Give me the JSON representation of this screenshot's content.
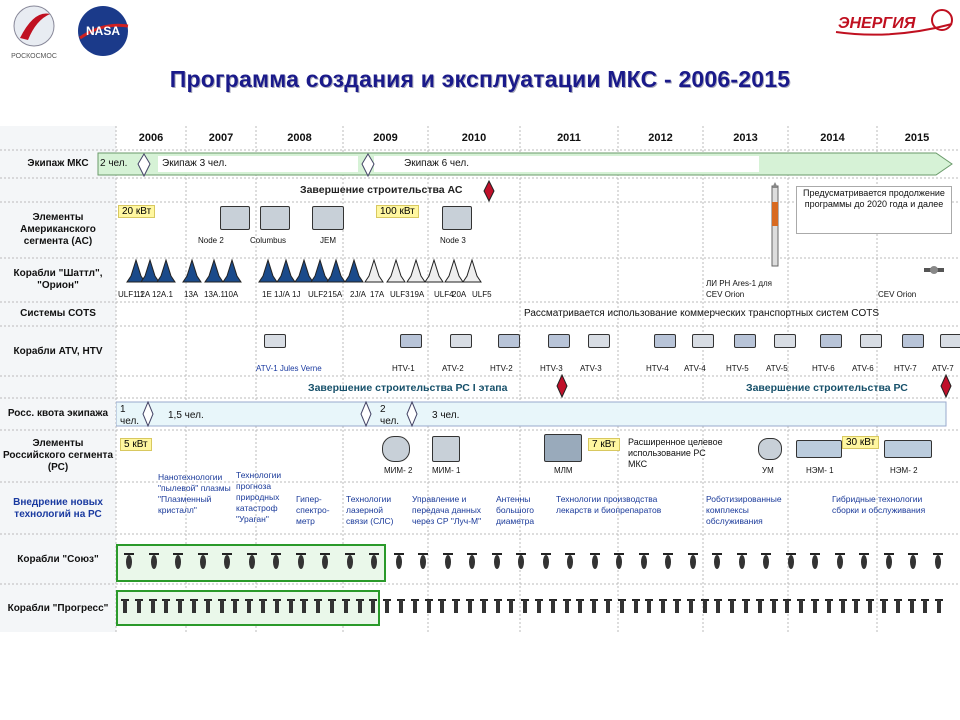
{
  "logos": {
    "roscosmos_caption": "РОСКОСМОС",
    "nasa": "NASA",
    "energia": "ЭНЕРГИЯ"
  },
  "title": "Программа создания и эксплуатации МКС - 2006-2015",
  "years": [
    "2006",
    "2007",
    "2008",
    "2009",
    "2010",
    "2011",
    "2012",
    "2013",
    "2014",
    "2015"
  ],
  "rows": {
    "crew": "Экипаж МКС",
    "us": "Элементы Американского сегмента (АС)",
    "shuttle": "Корабли \"Шаттл\", \"Орион\"",
    "cots": "Системы COTS",
    "atv": "Корабли ATV, HTV",
    "quota": "Росс. квота экипажа",
    "ru": "Элементы Российского сегмента (РС)",
    "tech": "Внедрение новых технологий на РС",
    "soyuz": "Корабли \"Союз\"",
    "progress": "Корабли \"Прогресс\""
  },
  "crew_bar": {
    "c2": "2 чел.",
    "c3": "Экипаж 3 чел.",
    "c6": "Экипаж 6 чел."
  },
  "us_complete": "Завершение строительства АС",
  "future_note": "Предусматривается продолжение программы до 2020 года и далее",
  "us_items": {
    "kw20": "20 кВт",
    "node2": "Node 2",
    "columbus": "Columbus",
    "jem": "JEM",
    "kw100": "100 кВт",
    "node3": "Node 3"
  },
  "shuttle_labels": [
    "ULF1.1",
    "12A",
    "12A.1",
    "13A",
    "13A.1",
    "10A",
    "1E",
    "1J/A",
    "1J",
    "ULF2",
    "15A",
    "2J/A",
    "17A",
    "ULF3",
    "19A",
    "ULF4",
    "20A",
    "ULF5"
  ],
  "ares_label": "ЛИ РН Ares-1 для CEV Orion",
  "cev_label": "CEV Orion",
  "cots_text": "Рассматривается использование коммерческих транспортных систем COTS",
  "atv_labels": [
    "ATV-1 Jules Verne",
    "HTV-1",
    "ATV-2",
    "HTV-2",
    "HTV-3",
    "ATV-3",
    "HTV-4",
    "ATV-4",
    "HTV-5",
    "ATV-5",
    "HTV-6",
    "ATV-6",
    "HTV-7",
    "ATV-7"
  ],
  "rs1_complete": "Завершение строительства РС I этапа",
  "rs_complete": "Завершение строительства РС",
  "quota": {
    "q1": "1 чел.",
    "q15": "1,5 чел.",
    "q2": "2 чел.",
    "q3": "3 чел."
  },
  "ru_items": {
    "kw5": "5 кВт",
    "mim2": "МИМ- 2",
    "mim1": "МИМ- 1",
    "mlm": "МЛМ",
    "kw7": "7 кВт",
    "ext": "Расширенное целевое использование РС МКС",
    "um": "УМ",
    "nem1": "НЭМ- 1",
    "kw30": "30 кВт",
    "nem2": "НЭМ- 2"
  },
  "tech": [
    "Нанотехнологии \"пылевой\" плазмы \"Плазменный кристалл\"",
    "Технологии прогноза природных катастроф \"Ураган\"",
    "Гипер- спектро- метр",
    "Технологии лазерной связи (СЛС)",
    "Управление и передача данных через СР \"Луч-М\"",
    "Антенны большого диаметра",
    "Технологии производства лекарств и биопрепаратов",
    "Роботизированные комплексы обслуживания",
    "Гибридные технологии сборки и обслуживания"
  ],
  "colors": {
    "title": "#1a1a8a",
    "crew_bar": "#c8f0c8",
    "diamond": "#c0102a",
    "tech": "#1a3aa0",
    "green_box": "#2a9a2a"
  }
}
